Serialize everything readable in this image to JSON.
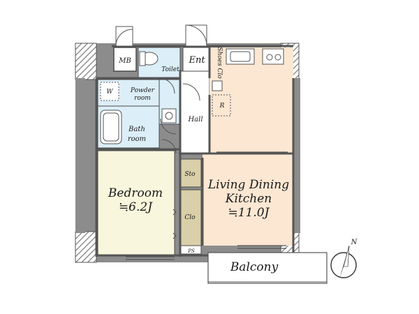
{
  "floor_plan": {
    "rooms": {
      "mb": "MB",
      "toilet": "Toilet",
      "entrance": "Ent",
      "shoes_closet": "Shoes Clo",
      "washer": "W",
      "powder_room_1": "Powder",
      "powder_room_2": "room",
      "refrigerator": "R",
      "bath_1": "Bath",
      "bath_2": "room",
      "hall": "Hall",
      "storage": "Sto",
      "closet": "Clo",
      "pipe_space": "PS",
      "bedroom_name": "Bedroom",
      "bedroom_size": "≒6.2J",
      "ldk_line1": "Living Dining",
      "ldk_line2": "Kitchen",
      "ldk_size": "≒11.0J",
      "balcony": "Balcony"
    },
    "compass": {
      "north_label": "N"
    },
    "colors": {
      "wall_hatch": "#8c8c8c",
      "wet_area": "#dceef7",
      "hall": "#ffffff",
      "bedroom": "#f8f6dc",
      "ldk": "#fbe7d2",
      "storage": "#d9cfa8",
      "outline": "#4a4a4a"
    }
  }
}
